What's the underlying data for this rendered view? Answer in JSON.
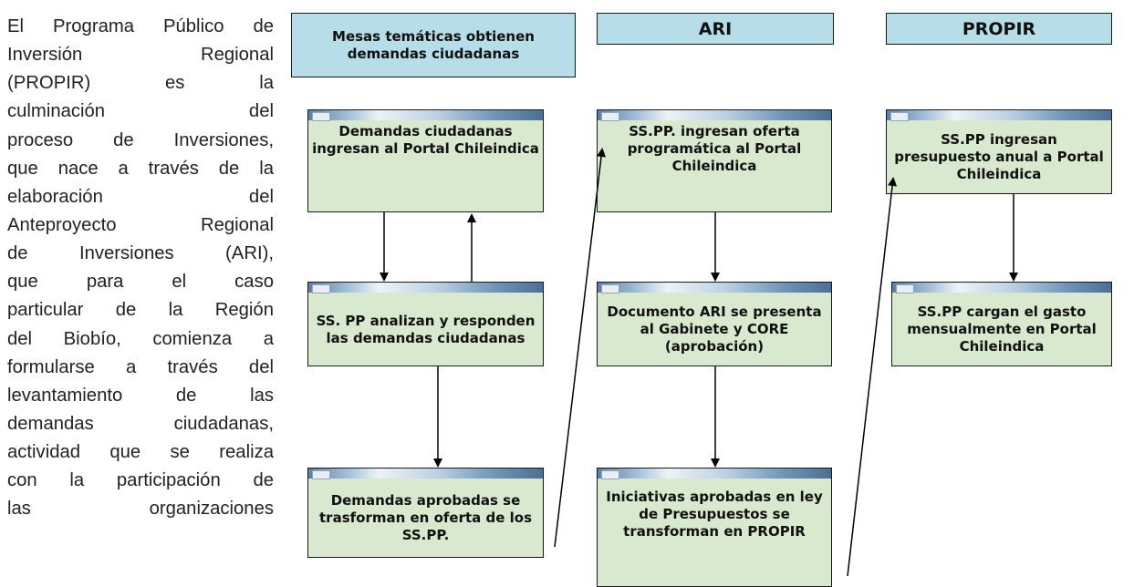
{
  "paragraph": [
    "El Programa Público de",
    "Inversión Regional",
    "(PROPIR) es la",
    "culminación del",
    "proceso de Inversiones,",
    "que nace a través de la",
    "elaboración del",
    "Anteproyecto Regional",
    "de Inversiones (ARI),",
    "que para el caso",
    "particular de la Región",
    "del Biobío, comienza a",
    "formularse a través del",
    "levantamiento de las",
    "demandas ciudadanas,",
    "actividad que se realiza",
    "con la participación de",
    "las organizaciones"
  ],
  "headers": {
    "col1": "Mesas temáticas obtienen demandas ciudadanas",
    "col2": "ARI",
    "col3": "PROPIR"
  },
  "boxes": {
    "c1_b1": "Demandas ciudadanas ingresan al Portal Chileindica",
    "c1_b2": "SS. PP analizan y responden las demandas ciudadanas",
    "c1_b3": "Demandas aprobadas se trasforman en oferta de los SS.PP.",
    "c2_b1": "SS.PP. ingresan oferta programática al Portal Chileindica",
    "c2_b2": "Documento ARI se presenta al Gabinete y CORE (aprobación)",
    "c2_b3": "Iniciativas aprobadas en ley de Presupuestos se transforman en PROPIR",
    "c3_b1": "SS.PP ingresan presupuesto anual a Portal Chileindica",
    "c3_b2": "SS.PP cargan el gasto mensualmente en Portal Chileindica"
  },
  "colors": {
    "header_fill": "#b7dee8",
    "box_fill": "#d8e9cf",
    "border": "#1a1a1a"
  }
}
